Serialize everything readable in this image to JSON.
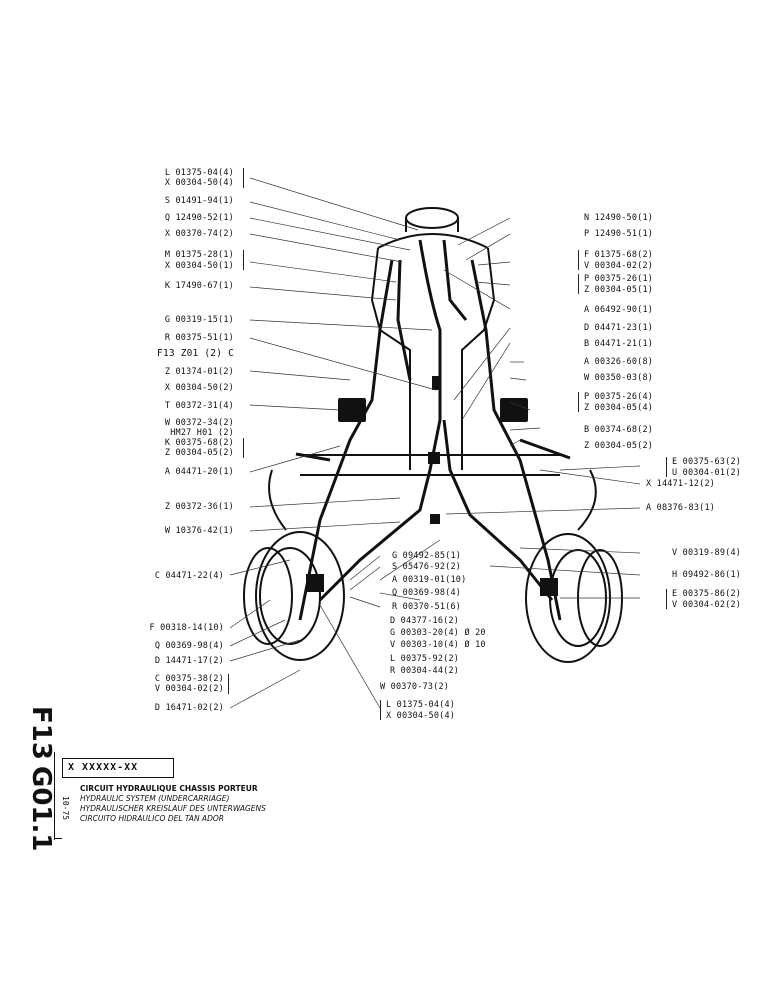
{
  "sheet": {
    "code_primary": "F13",
    "code_secondary": "G01.1",
    "date": "10-75",
    "part_code": "X XXXXX-XX",
    "titles": [
      "CIRCUIT HYDRAULIQUE CHASSIS PORTEUR",
      "HYDRAULIC SYSTEM (UNDERCARRIAGE)",
      "HYDRAULISCHER KREISLAUF DES UNTERWAGENS",
      "CIRCUITO HIDRAULICO DEL TAN ADOR"
    ]
  },
  "labels_left": [
    "L 01375-04(4)",
    "X 00304-50(4)",
    "S 01491-94(1)",
    "Q 12490-52(1)",
    "X 00370-74(2)",
    "M 01375-28(1)",
    "X 00304-50(1)",
    "K 17490-67(1)",
    "G 00319-15(1)",
    "R 00375-51(1)",
    "F13  Z01 (2) C",
    "Z 01374-01(2)",
    "X 00304-50(2)",
    "T 00372-31(4)",
    "W 00372-34(2)",
    "HM27  H01 (2)",
    "K 00375-68(2)",
    "Z 00304-05(2)",
    "A 04471-20(1)",
    "Z 00372-36(1)",
    "W 10376-42(1)",
    "C 04471-22(4)",
    "F 00318-14(10)",
    "Q 00369-98(4)",
    "D 14471-17(2)",
    "C 00375-38(2)",
    "V 00304-02(2)",
    "D 16471-02(2)"
  ],
  "labels_right": [
    "N 12490-50(1)",
    "P 12490-51(1)",
    "F 01375-68(2)",
    "V 00304-02(2)",
    "P 00375-26(1)",
    "Z 00304-05(1)",
    "A 06492-90(1)",
    "D 04471-23(1)",
    "B 04471-21(1)",
    "A 00326-60(8)",
    "W 00350-03(8)",
    "P 00375-26(4)",
    "Z 00304-05(4)",
    "B 00374-68(2)",
    "Z 00304-05(2)",
    "E 00375-63(2)",
    "U 00304-01(2)",
    "X 14471-12(2)",
    "A 08376-83(1)",
    "V 00319-89(4)",
    "H 09492-86(1)",
    "E 00375-86(2)",
    "V 00304-02(2)"
  ],
  "labels_center": [
    "G 09492-85(1)",
    "S 05476-92(2)",
    "A 00319-01(10)",
    "Q 00369-98(4)",
    "R 00370-51(6)",
    "D 04377-16(2)",
    "G 00303-20(4) Ø 20",
    "V 00303-10(4) Ø 10",
    "L 00375-92(2)",
    "R 00304-44(2)",
    "W 00370-73(2)",
    "L 01375-04(4)",
    "X 00304-50(4)"
  ]
}
